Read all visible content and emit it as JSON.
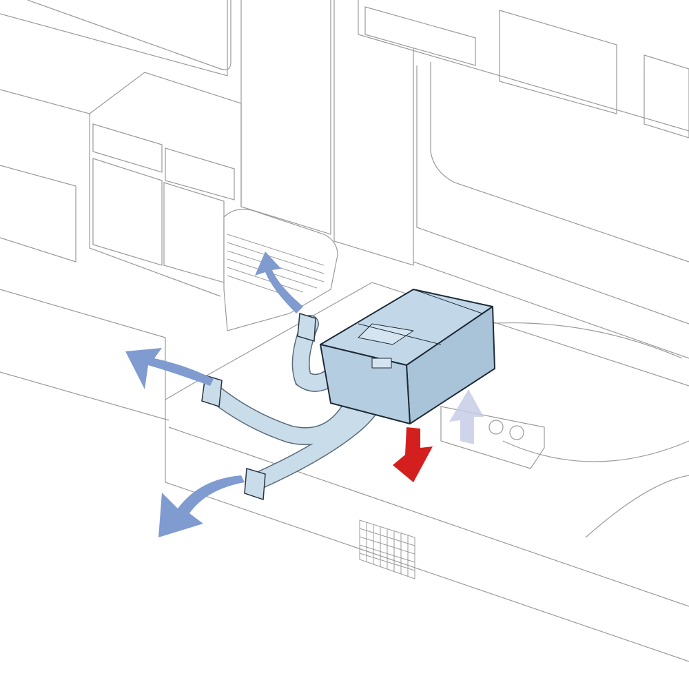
{
  "colors": {
    "line": "#9a9a9a",
    "heater_fill": "#bcd4e6",
    "heater_stroke": "#1e2a36",
    "hose_fill": "#c9dcea",
    "warm_air_arrow": "#7f9bd0",
    "cold_air_arrow": "#d41f1f",
    "intake_arrow": "#c8cde8"
  },
  "icons": [
    "heater-unit",
    "warm-air-arrow",
    "cold-air-arrow",
    "intake-arrow",
    "air-outlet-vent"
  ]
}
